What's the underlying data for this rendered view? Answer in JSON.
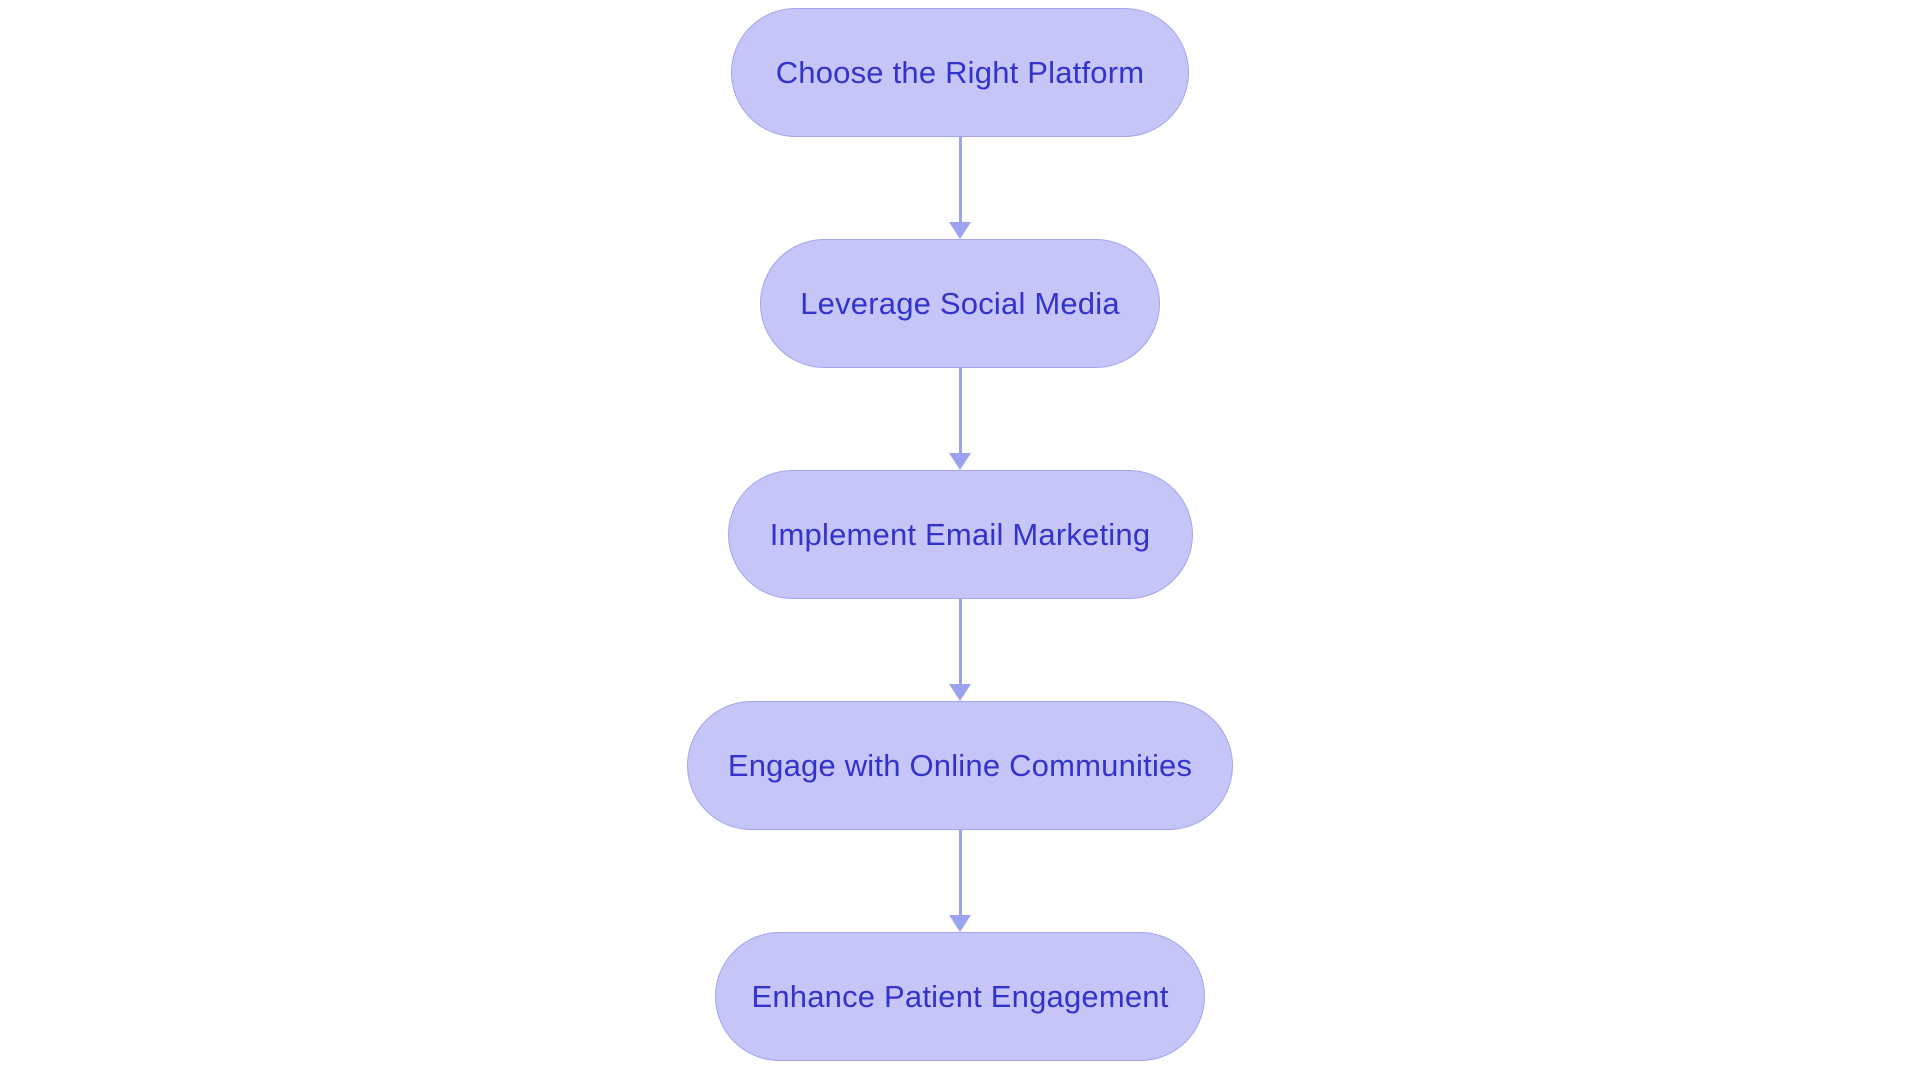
{
  "diagram": {
    "type": "flowchart",
    "orientation": "vertical-top-to-bottom",
    "background_color": "#ffffff",
    "node_fill_color": "#c5c6f7",
    "node_border_color": "#a3a6ee",
    "node_text_color": "#3333cc",
    "arrow_color": "#9ba3ee",
    "node_shape": "rounded-pill",
    "nodes": [
      {
        "id": "node-1",
        "label": "Choose the Right Platform"
      },
      {
        "id": "node-2",
        "label": "Leverage Social Media"
      },
      {
        "id": "node-3",
        "label": "Implement Email Marketing"
      },
      {
        "id": "node-4",
        "label": "Engage with Online Communities"
      },
      {
        "id": "node-5",
        "label": "Enhance Patient Engagement"
      }
    ],
    "edges": [
      {
        "from": "node-1",
        "to": "node-2",
        "label": "",
        "arrow": "down-arrow-icon"
      },
      {
        "from": "node-2",
        "to": "node-3",
        "label": "",
        "arrow": "down-arrow-icon"
      },
      {
        "from": "node-3",
        "to": "node-4",
        "label": "",
        "arrow": "down-arrow-icon"
      },
      {
        "from": "node-4",
        "to": "node-5",
        "label": "",
        "arrow": "down-arrow-icon"
      }
    ]
  }
}
